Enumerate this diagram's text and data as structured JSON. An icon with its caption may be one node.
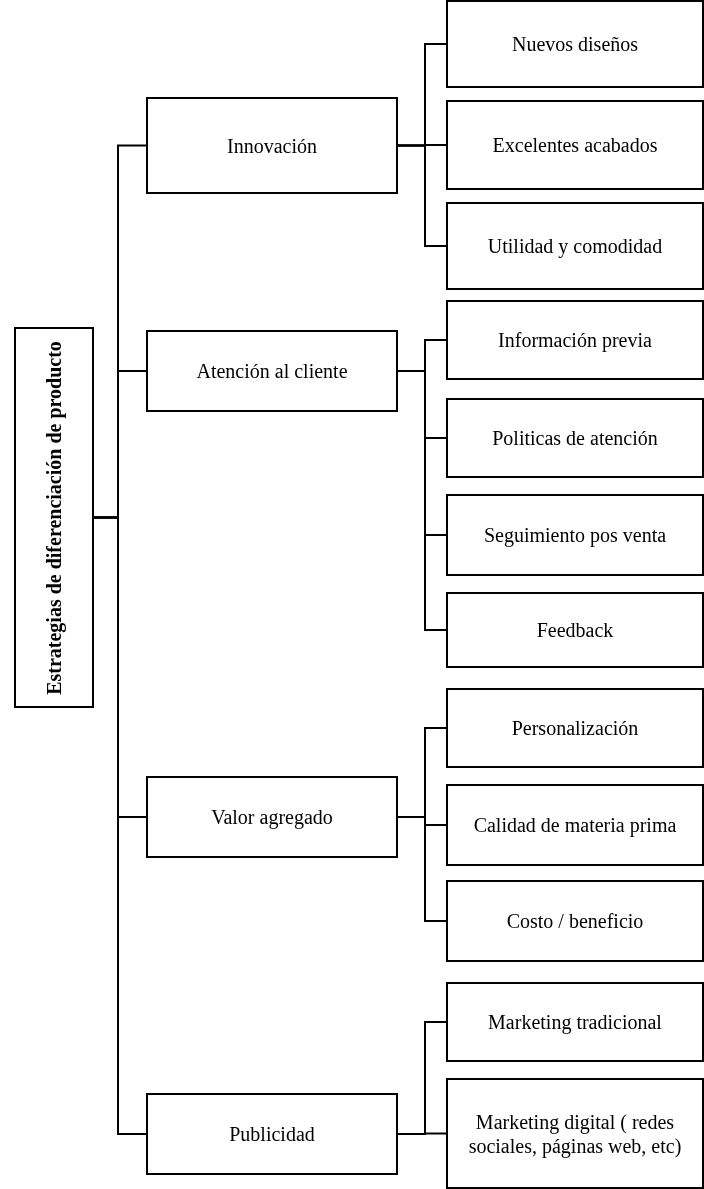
{
  "diagram": {
    "nodes": [
      {
        "text": [
          "Estrategias de diferenciación de producto"
        ]
      },
      {
        "text": [
          "Innovación"
        ]
      },
      {
        "text": [
          "Nuevos diseños"
        ]
      },
      {
        "text": [
          "Excelentes acabados"
        ]
      },
      {
        "text": [
          "Utilidad y comodidad"
        ]
      },
      {
        "text": [
          "Atención al cliente"
        ]
      },
      {
        "text": [
          "Información previa"
        ]
      },
      {
        "text": [
          "Politicas de atención"
        ]
      },
      {
        "text": [
          "Seguimiento pos venta"
        ]
      },
      {
        "text": [
          "Feedback"
        ]
      },
      {
        "text": [
          "Valor agregado"
        ]
      },
      {
        "text": [
          "Personalización"
        ]
      },
      {
        "text": [
          "Calidad de materia prima"
        ]
      },
      {
        "text": [
          "Costo / beneficio"
        ]
      },
      {
        "text": [
          "Publicidad"
        ]
      },
      {
        "text": [
          "Marketing tradicional"
        ]
      },
      {
        "text": [
          "Marketing digital ( redes sociales, páginas web, etc)"
        ]
      }
    ],
    "edges": [
      {
        "from": 0,
        "to": 1,
        "arrow": "none"
      },
      {
        "from": 0,
        "to": 5,
        "arrow": "none"
      },
      {
        "from": 0,
        "to": 10,
        "arrow": "none"
      },
      {
        "from": 0,
        "to": 14,
        "arrow": "none"
      },
      {
        "from": 1,
        "to": 2,
        "arrow": "none"
      },
      {
        "from": 1,
        "to": 3,
        "arrow": "none"
      },
      {
        "from": 1,
        "to": 4,
        "arrow": "none"
      },
      {
        "from": 5,
        "to": 6,
        "arrow": "none"
      },
      {
        "from": 5,
        "to": 7,
        "arrow": "none"
      },
      {
        "from": 5,
        "to": 8,
        "arrow": "none"
      },
      {
        "from": 5,
        "to": 9,
        "arrow": "none"
      },
      {
        "from": 10,
        "to": 11,
        "arrow": "none"
      },
      {
        "from": 10,
        "to": 12,
        "arrow": "none"
      },
      {
        "from": 10,
        "to": 13,
        "arrow": "none"
      },
      {
        "from": 14,
        "to": 15,
        "arrow": "none"
      },
      {
        "from": 14,
        "to": 16,
        "arrow": "none"
      }
    ]
  }
}
